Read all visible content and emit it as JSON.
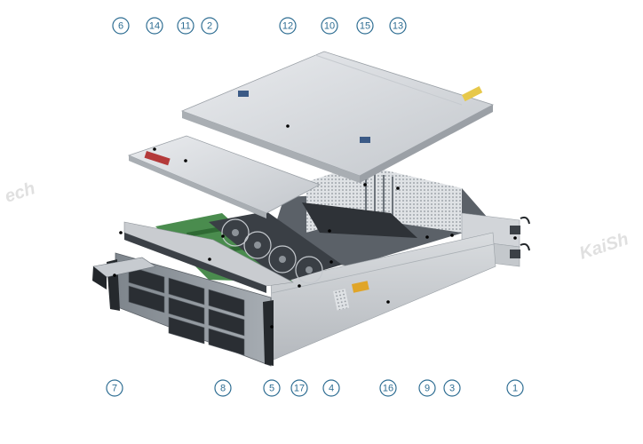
{
  "watermark": "KaiSh",
  "watermark_left": "ech",
  "callouts": [
    {
      "number": "1"
    },
    {
      "number": "2"
    },
    {
      "number": "3"
    },
    {
      "number": "4"
    },
    {
      "number": "5"
    },
    {
      "number": "6"
    },
    {
      "number": "7"
    },
    {
      "number": "8"
    },
    {
      "number": "9"
    },
    {
      "number": "10"
    },
    {
      "number": "11"
    },
    {
      "number": "12"
    },
    {
      "number": "13"
    },
    {
      "number": "14"
    },
    {
      "number": "15"
    },
    {
      "number": "16"
    },
    {
      "number": "17"
    }
  ]
}
